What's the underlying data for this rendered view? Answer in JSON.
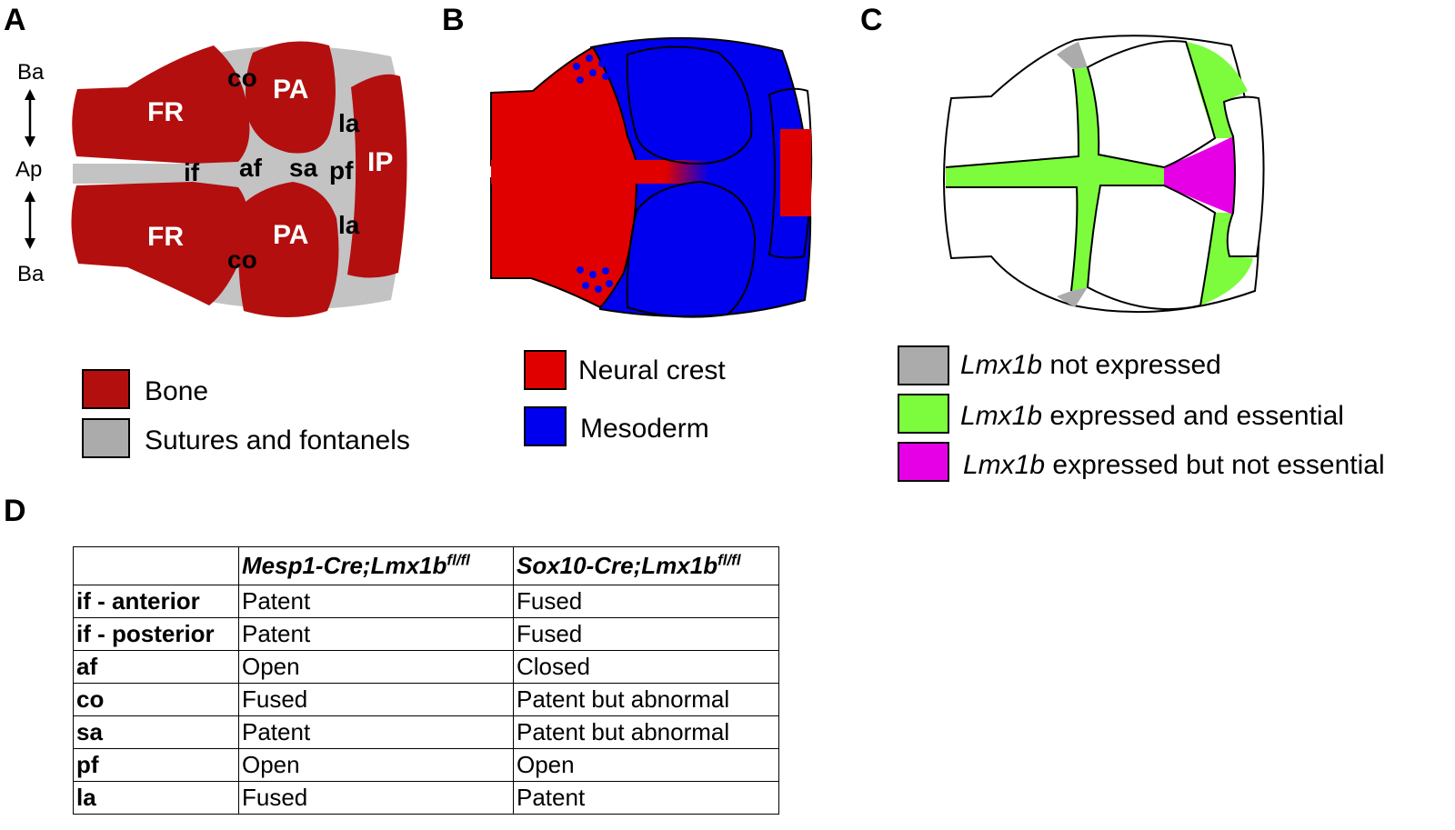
{
  "panels": {
    "a": "A",
    "b": "B",
    "c": "C",
    "d": "D"
  },
  "panel_a": {
    "bones": {
      "fr": "FR",
      "pa": "PA",
      "ip": "IP"
    },
    "sutures": {
      "co": "co",
      "la": "la",
      "if": "if",
      "af": "af",
      "sa": "sa",
      "pf": "pf"
    },
    "axis": {
      "ba": "Ba",
      "ap": "Ap"
    },
    "legend": {
      "bone": "Bone",
      "sutures": "Sutures and fontanels"
    }
  },
  "panel_b": {
    "legend": {
      "neural_crest": "Neural crest",
      "mesoderm": "Mesoderm"
    }
  },
  "panel_c": {
    "legend": {
      "gene": "Lmx1b",
      "not_expressed": " not expressed",
      "essential": " expressed and essential",
      "not_essential": " expressed but not essential"
    }
  },
  "panel_d": {
    "columns": [
      {
        "main": "Mesp1-Cre;Lmx1b",
        "sup": "fl/fl"
      },
      {
        "main": "Sox10-Cre;Lmx1b",
        "sup": "fl/fl"
      }
    ],
    "rows": [
      {
        "label": "if - anterior",
        "mesp1": "Patent",
        "sox10": "Fused"
      },
      {
        "label": "if - posterior",
        "mesp1": "Patent",
        "sox10": "Fused"
      },
      {
        "label": "af",
        "mesp1": "Open",
        "sox10": "Closed"
      },
      {
        "label": "co",
        "mesp1": "Fused",
        "sox10": "Patent but abnormal"
      },
      {
        "label": "sa",
        "mesp1": "Patent",
        "sox10": "Patent but abnormal"
      },
      {
        "label": "pf",
        "mesp1": "Open",
        "sox10": "Open"
      },
      {
        "label": "la",
        "mesp1": "Fused",
        "sox10": "Patent"
      }
    ]
  },
  "colors": {
    "bone": "#B30F0F",
    "suture": "#C3C3C3",
    "neural_crest": "#E00000",
    "mesoderm": "#0000EE",
    "not_expressed": "#ABABAB",
    "essential": "#7CFC3C",
    "not_essential": "#E600E6"
  }
}
